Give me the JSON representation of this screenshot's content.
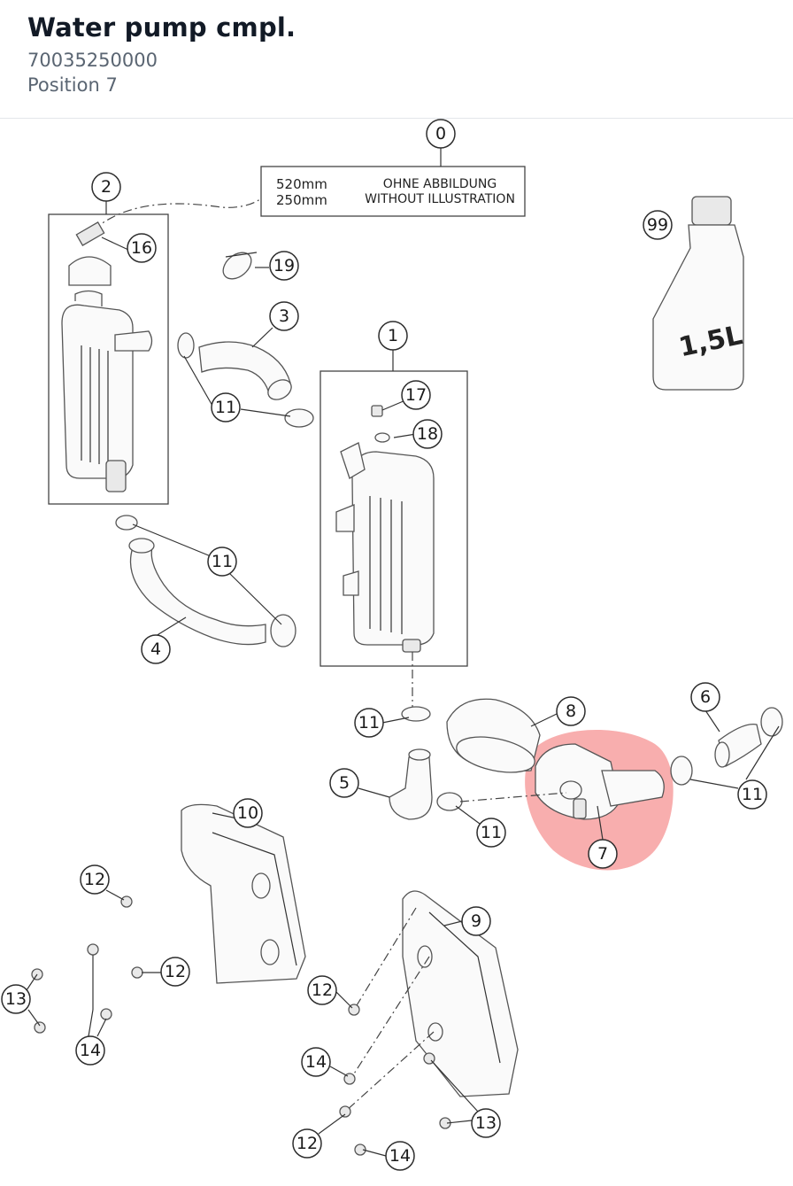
{
  "header": {
    "title": "Water pump cmpl.",
    "part_number": "70035250000",
    "position": "Position 7"
  },
  "note_box": {
    "length_1": "520mm",
    "length_2": "250mm",
    "text_de": "OHNE ABBILDUNG",
    "text_en": "WITHOUT ILLUSTRATION"
  },
  "bottle_label": "1,5L",
  "highlight": {
    "position": "7",
    "color": "#f26b6b"
  },
  "callouts": [
    {
      "id": "c0",
      "label": "0"
    },
    {
      "id": "c2",
      "label": "2"
    },
    {
      "id": "c16",
      "label": "16"
    },
    {
      "id": "c19",
      "label": "19"
    },
    {
      "id": "c3",
      "label": "3"
    },
    {
      "id": "c99",
      "label": "99"
    },
    {
      "id": "c1",
      "label": "1"
    },
    {
      "id": "c17",
      "label": "17"
    },
    {
      "id": "c18",
      "label": "18"
    },
    {
      "id": "c11a",
      "label": "11"
    },
    {
      "id": "c11b",
      "label": "11"
    },
    {
      "id": "c4",
      "label": "4"
    },
    {
      "id": "c11c",
      "label": "11"
    },
    {
      "id": "c8",
      "label": "8"
    },
    {
      "id": "c6",
      "label": "6"
    },
    {
      "id": "c5",
      "label": "5"
    },
    {
      "id": "c11d",
      "label": "11"
    },
    {
      "id": "c11e",
      "label": "11"
    },
    {
      "id": "c7",
      "label": "7"
    },
    {
      "id": "c10",
      "label": "10"
    },
    {
      "id": "c12a",
      "label": "12"
    },
    {
      "id": "c9",
      "label": "9"
    },
    {
      "id": "c12b",
      "label": "12"
    },
    {
      "id": "c13a",
      "label": "13"
    },
    {
      "id": "c14a",
      "label": "14"
    },
    {
      "id": "c12c",
      "label": "12"
    },
    {
      "id": "c14b",
      "label": "14"
    },
    {
      "id": "c13b",
      "label": "13"
    },
    {
      "id": "c12d",
      "label": "12"
    },
    {
      "id": "c14c",
      "label": "14"
    }
  ]
}
